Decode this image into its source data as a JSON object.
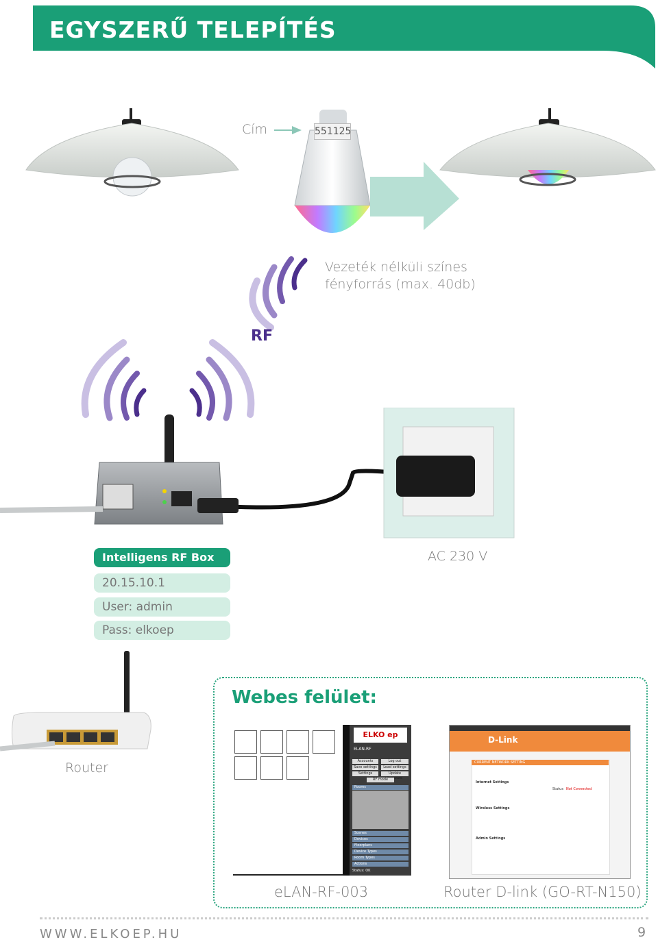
{
  "header": {
    "title": "EGYSZERŰ TELEPÍTÉS",
    "color": "#1a9f77"
  },
  "bulb": {
    "cim_label": "Cím",
    "product_code": "551125",
    "description_line1": "Vezeték nélküli színes",
    "description_line2": "fényforrás (max. 40db)"
  },
  "rf_label": "RF",
  "power": {
    "label": "AC 230 V"
  },
  "rf_box": {
    "title": "Intelligens RF Box",
    "ip": "20.15.10.1",
    "user": "User: admin",
    "pass": "Pass: elkoep"
  },
  "router": {
    "label": "Router"
  },
  "web": {
    "title": "Webes felület:",
    "elan_caption": "eLAN-RF-003",
    "dlink_caption": "Router D-link (GO-RT-N150)",
    "elan_screen": {
      "brand": "ELKO ep",
      "device": "ELAN-RF",
      "buttons": [
        "Accounts",
        "Log out",
        "Save settings",
        "Load settings",
        "Settings",
        "Update firmware",
        "RF mode"
      ],
      "panel_rooms": "Rooms",
      "panel_items": [
        "Scenes",
        "Devices",
        "Floorplans",
        "Device Types",
        "Room Types",
        "Actions"
      ],
      "status": "Status: OK"
    },
    "dlink_screen": {
      "brand": "D-Link",
      "section": "CURRENT NETWORK SETTING",
      "internet": "Internet Settings",
      "wireless": "Wireless Settings",
      "admin": "Admin Settings",
      "status_label": "Status",
      "status_value": "Not Connected"
    }
  },
  "footer": {
    "url": "WWW.ELKOEP.HU",
    "page": "9"
  }
}
